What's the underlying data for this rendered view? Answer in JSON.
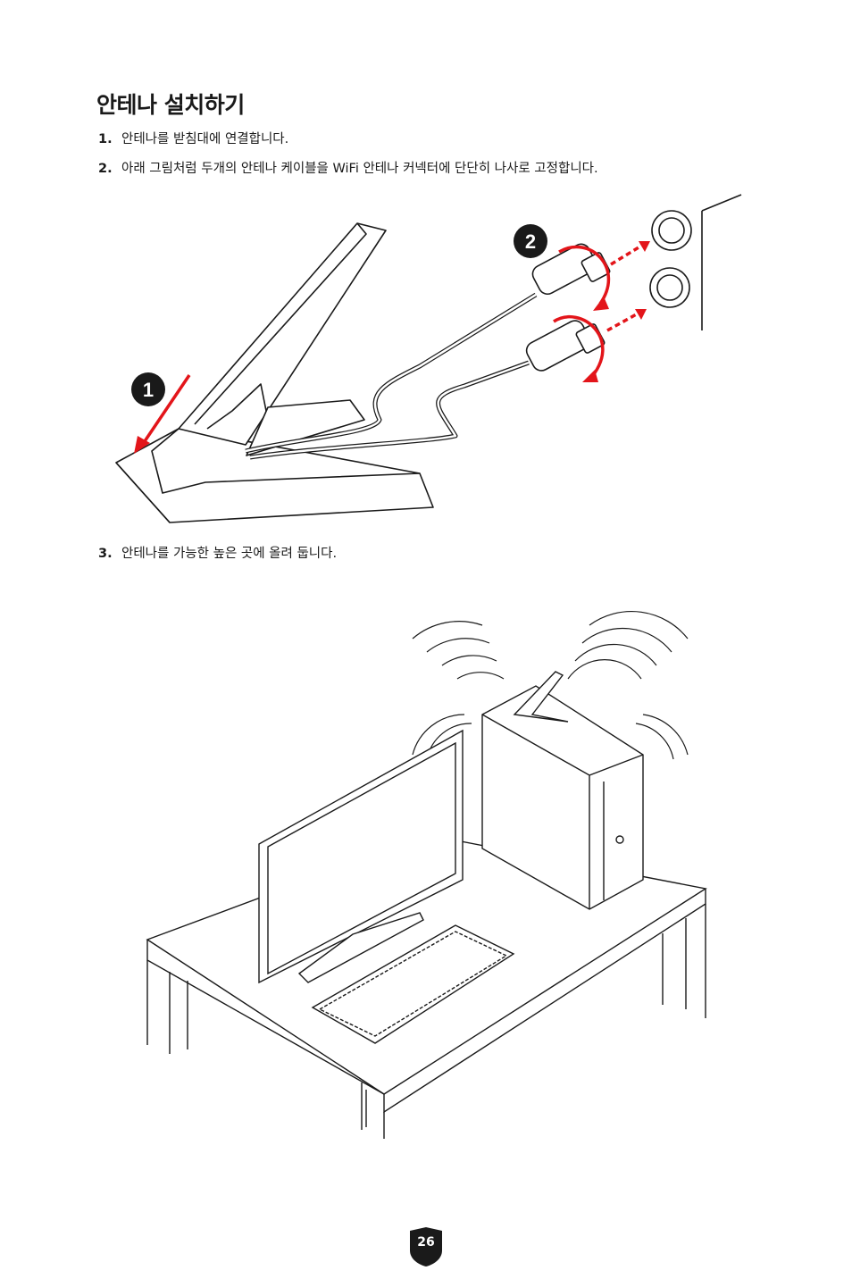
{
  "title": "안테나 설치하기",
  "steps": [
    {
      "num": "1.",
      "text": "안테나를 받침대에 연결합니다."
    },
    {
      "num": "2.",
      "text": "아래 그림처럼 두개의 안테나 케이블을 WiFi 안테나 커넥터에 단단히 나사로 고정합니다."
    },
    {
      "num": "3.",
      "text": "안테나를 가능한 높은 곳에 올려 둡니다."
    }
  ],
  "callouts": {
    "one": "1",
    "two": "2"
  },
  "page_number": "26",
  "colors": {
    "accent_red": "#e3151a",
    "badge": "#1a1a1a",
    "line": "#1a1a1a"
  }
}
